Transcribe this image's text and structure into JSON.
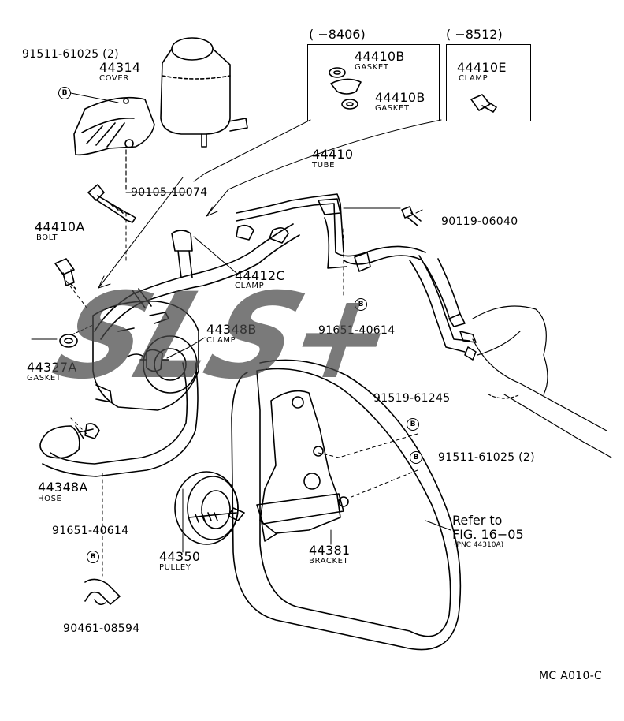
{
  "header": {
    "range_a": "(    −8406)",
    "range_b": "(    −8512)"
  },
  "parts": {
    "p91511_top": {
      "code": "91511-61025 (2)"
    },
    "p44314": {
      "code": "44314",
      "name": "COVER"
    },
    "p90105": {
      "code": "90105-10074"
    },
    "p44410A": {
      "code": "44410A",
      "name": "BOLT"
    },
    "p44327A": {
      "code": "44327A",
      "name": "GASKET"
    },
    "p44410B_1": {
      "code": "44410B",
      "name": "GASKET"
    },
    "p44410B_2": {
      "code": "44410B",
      "name": "GASKET"
    },
    "p44410E": {
      "code": "44410E",
      "name": "CLAMP"
    },
    "p44410": {
      "code": "44410",
      "name": "TUBE"
    },
    "p90119": {
      "code": "90119-06040"
    },
    "p44412C": {
      "code": "44412C",
      "name": "CLAMP"
    },
    "p44348B": {
      "code": "44348B",
      "name": "CLAMP"
    },
    "p91651_a": {
      "code": "91651-40614"
    },
    "p91519": {
      "code": "91519-61245"
    },
    "p91511_b": {
      "code": "91511-61025 (2)"
    },
    "p44348A": {
      "code": "44348A",
      "name": "HOSE"
    },
    "p91651_b": {
      "code": "91651-40614"
    },
    "p44350": {
      "code": "44350",
      "name": "PULLEY"
    },
    "p44381": {
      "code": "44381",
      "name": "BRACKET"
    },
    "p90461": {
      "code": "90461-08594"
    }
  },
  "refer": {
    "line1": "Refer to",
    "line2": "FIG. 16−05",
    "line3": "(PNC 44310A)"
  },
  "marker_letter": "B",
  "footer": {
    "code": "MC A010-C"
  },
  "watermark": {
    "text": "SLS+",
    "color": "#464646"
  }
}
